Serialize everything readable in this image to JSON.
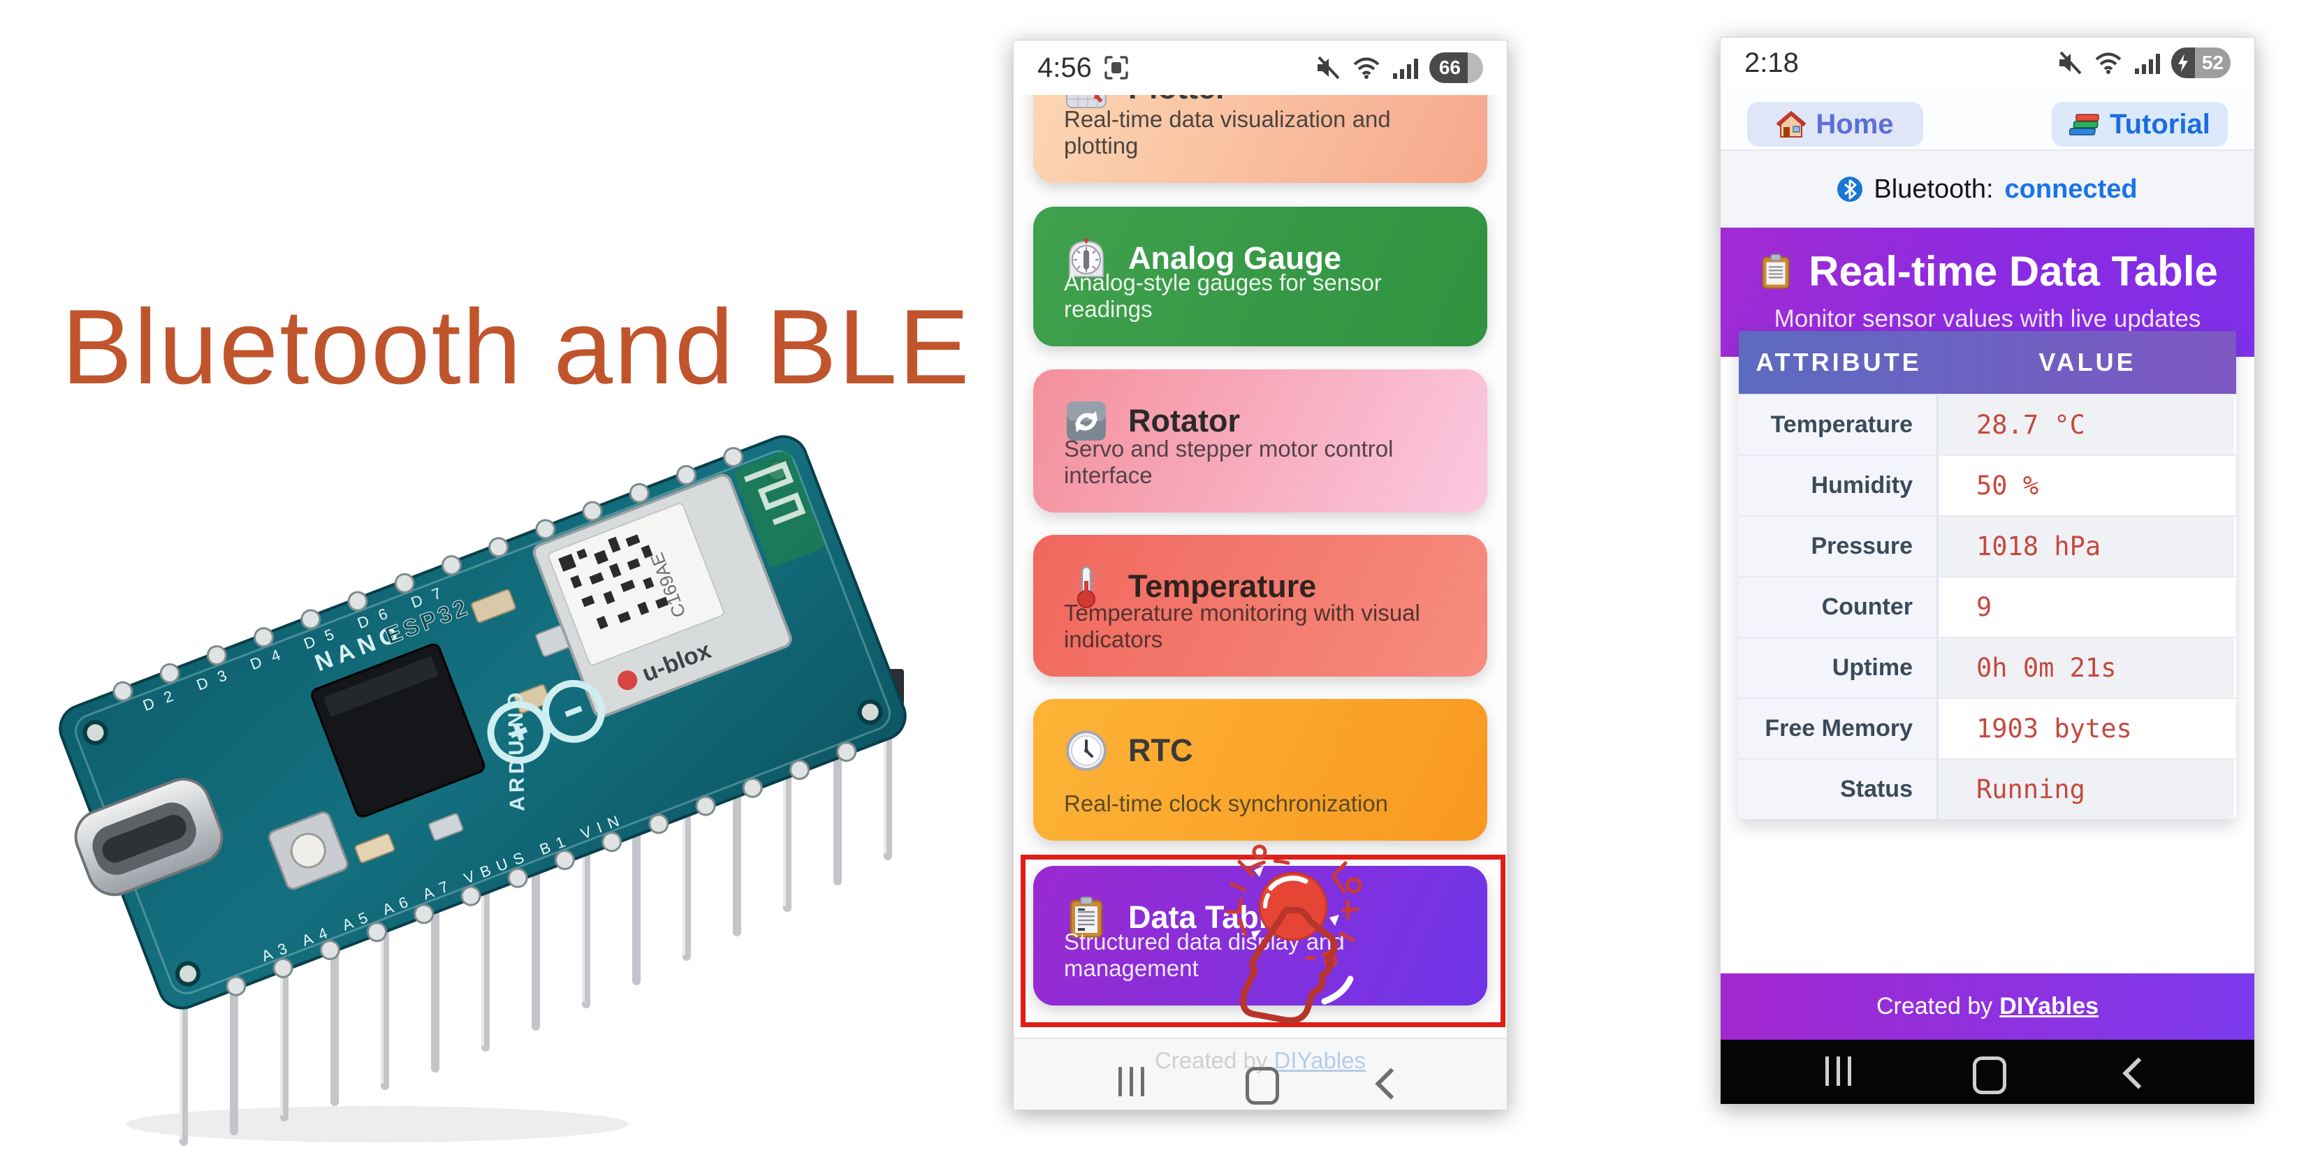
{
  "slide": {
    "title": "Bluetooth and BLE"
  },
  "colors": {
    "slide_title": "#C0552D",
    "value_red": "#C4493F",
    "link_blue": "#1A73E8",
    "home_text": "#5D6FD6",
    "tutorial_text": "#1B6CE0",
    "purple_header_gradient": [
      "#A12BD3",
      "#7F30E8"
    ],
    "table_header_gradient": [
      "#5C6BC0",
      "#7E57C2"
    ],
    "footer_purple_gradient": [
      "#A327CF",
      "#7C3AED"
    ],
    "annotation_red": "#CF3A30"
  },
  "middle_phone": {
    "status_bar": {
      "time": "4:56",
      "battery": "66"
    },
    "cards": [
      {
        "title": "Plotter",
        "description": "Real-time data visualization and plotting",
        "icon": "chart-decreasing-icon",
        "colors": [
          "#fcd9b6",
          "#f6a78b"
        ],
        "title_color": "#3a3a3a",
        "desc_color": "#4a443f"
      },
      {
        "title": "Analog Gauge",
        "description": "Analog-style gauges for sensor readings",
        "icon": "timer-gauge-icon",
        "colors": [
          "#40a04e",
          "#2f9340"
        ],
        "title_color": "#ffffff",
        "desc_color": "#eaf6ea"
      },
      {
        "title": "Rotator",
        "description": "Servo and stepper motor control interface",
        "icon": "rotate-arrows-icon",
        "colors": [
          "#f48f9b",
          "#fbc9e1"
        ],
        "title_color": "#2a2a2a",
        "desc_color": "#53424a"
      },
      {
        "title": "Temperature",
        "description": "Temperature monitoring with visual indicators",
        "icon": "thermometer-icon",
        "colors": [
          "#f1675d",
          "#f68d7f"
        ],
        "title_color": "#30221f",
        "desc_color": "#54332e"
      },
      {
        "title": "RTC",
        "description": "Real-time clock synchronization",
        "icon": "clock-icon",
        "colors": [
          "#fdb437",
          "#f99820"
        ],
        "title_color": "#3a3a3a",
        "desc_color": "#5a4a28"
      },
      {
        "title": "Data Table",
        "description": "Structured data display and management",
        "icon": "clipboard-icon",
        "colors": [
          "#9a2ad0",
          "#6f35e8"
        ],
        "title_color": "#ffffff",
        "desc_color": "#f1e8fb"
      }
    ],
    "footer": {
      "created_prefix": "Created by ",
      "link": "DIYables"
    }
  },
  "right_phone": {
    "status_bar": {
      "time": "2:18",
      "battery": "52"
    },
    "buttons": {
      "home": "Home",
      "tutorial": "Tutorial"
    },
    "bluetooth": {
      "label": "Bluetooth:",
      "status": "connected"
    },
    "header": {
      "title": "Real-time Data Table",
      "subtitle": "Monitor sensor values with live updates"
    },
    "table": {
      "headers": [
        "ATTRIBUTE",
        "VALUE"
      ],
      "rows": [
        [
          "Temperature",
          "28.7 °C"
        ],
        [
          "Humidity",
          "50 %"
        ],
        [
          "Pressure",
          "1018 hPa"
        ],
        [
          "Counter",
          "9"
        ],
        [
          "Uptime",
          "0h 0m 21s"
        ],
        [
          "Free Memory",
          "1903 bytes"
        ],
        [
          "Status",
          "Running"
        ]
      ]
    },
    "footer": {
      "created_prefix": "Created by",
      "link": "DIYables"
    }
  },
  "board": {
    "labels": {
      "nano": "NANO",
      "esp": "ESP32",
      "arduino": "ARDUINO",
      "ublox": "u-blox",
      "module_code": "C169AE",
      "top_pins": "D2  D3  D4  D5  D6  D7",
      "bottom_pins": "A3  A4  A5  A6  A7  VBUS  B1  VIN"
    }
  }
}
